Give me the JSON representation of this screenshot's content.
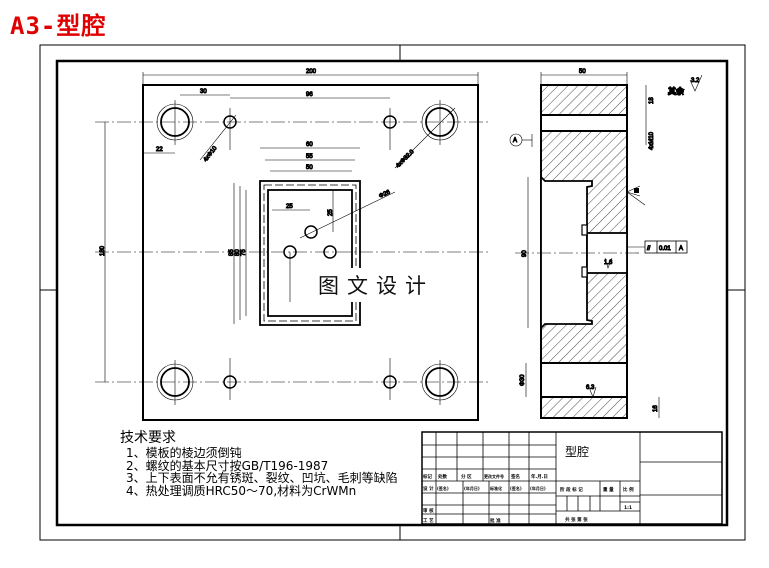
{
  "title": "A3-型腔",
  "watermark": "图文设计",
  "plan_view": {
    "dims": {
      "width": "200",
      "hole_dx1": "30",
      "hole_span": "96",
      "hole_x": "22",
      "height": "180",
      "cavity_w1": "60",
      "cavity_w2": "55",
      "cavity_w3": "50",
      "pin_x": "25",
      "pin_y": "25",
      "cavity_h1": "85",
      "cavity_h2": "80",
      "cavity_h3": "75",
      "small_hole": "4xΦ10",
      "big_hole": "4xΦ32.0",
      "pin_hole": "Φ26"
    }
  },
  "section_view": {
    "dims": {
      "width": "50",
      "top": "18",
      "hole": "4xM10",
      "cavity_h": "90",
      "bottom_hole": "Φ30",
      "bottom": "16"
    },
    "datum": "A",
    "tolerance": {
      "symbol": "//",
      "value": "0.01",
      "datum": "A"
    },
    "roughness": {
      "rest_label": "其余",
      "rest": "3.2",
      "center": "1.6",
      "bottom": "6.3"
    }
  },
  "notes": {
    "heading": "技术要求",
    "items": [
      "1、模板的棱边须倒钝",
      "2、螺纹的基本尺寸按GB/T196-1987",
      "3、上下表面不允有锈斑、裂纹、凹坑、毛刺等缺陷",
      "4、热处理调质HRC50～70,材料为CrWMn"
    ]
  },
  "title_block": {
    "part_name": "型腔",
    "row1": [
      "标记",
      "处数",
      "分 区",
      "更改文件号",
      "签名",
      "年.月.日"
    ],
    "row2": [
      "设 计",
      "(签名)",
      "(年月日)",
      "标准化",
      "(签名)",
      "(年月日)"
    ],
    "row3": [
      "审 核",
      "",
      "",
      "",
      "",
      ""
    ],
    "row4": [
      "工 艺",
      "",
      "",
      "批 准",
      "",
      ""
    ],
    "stage": "阶 段 标 记",
    "weight": "重 量",
    "scale": "比 例",
    "scale_val": "1:1",
    "sheets": "共  张  第  张"
  }
}
